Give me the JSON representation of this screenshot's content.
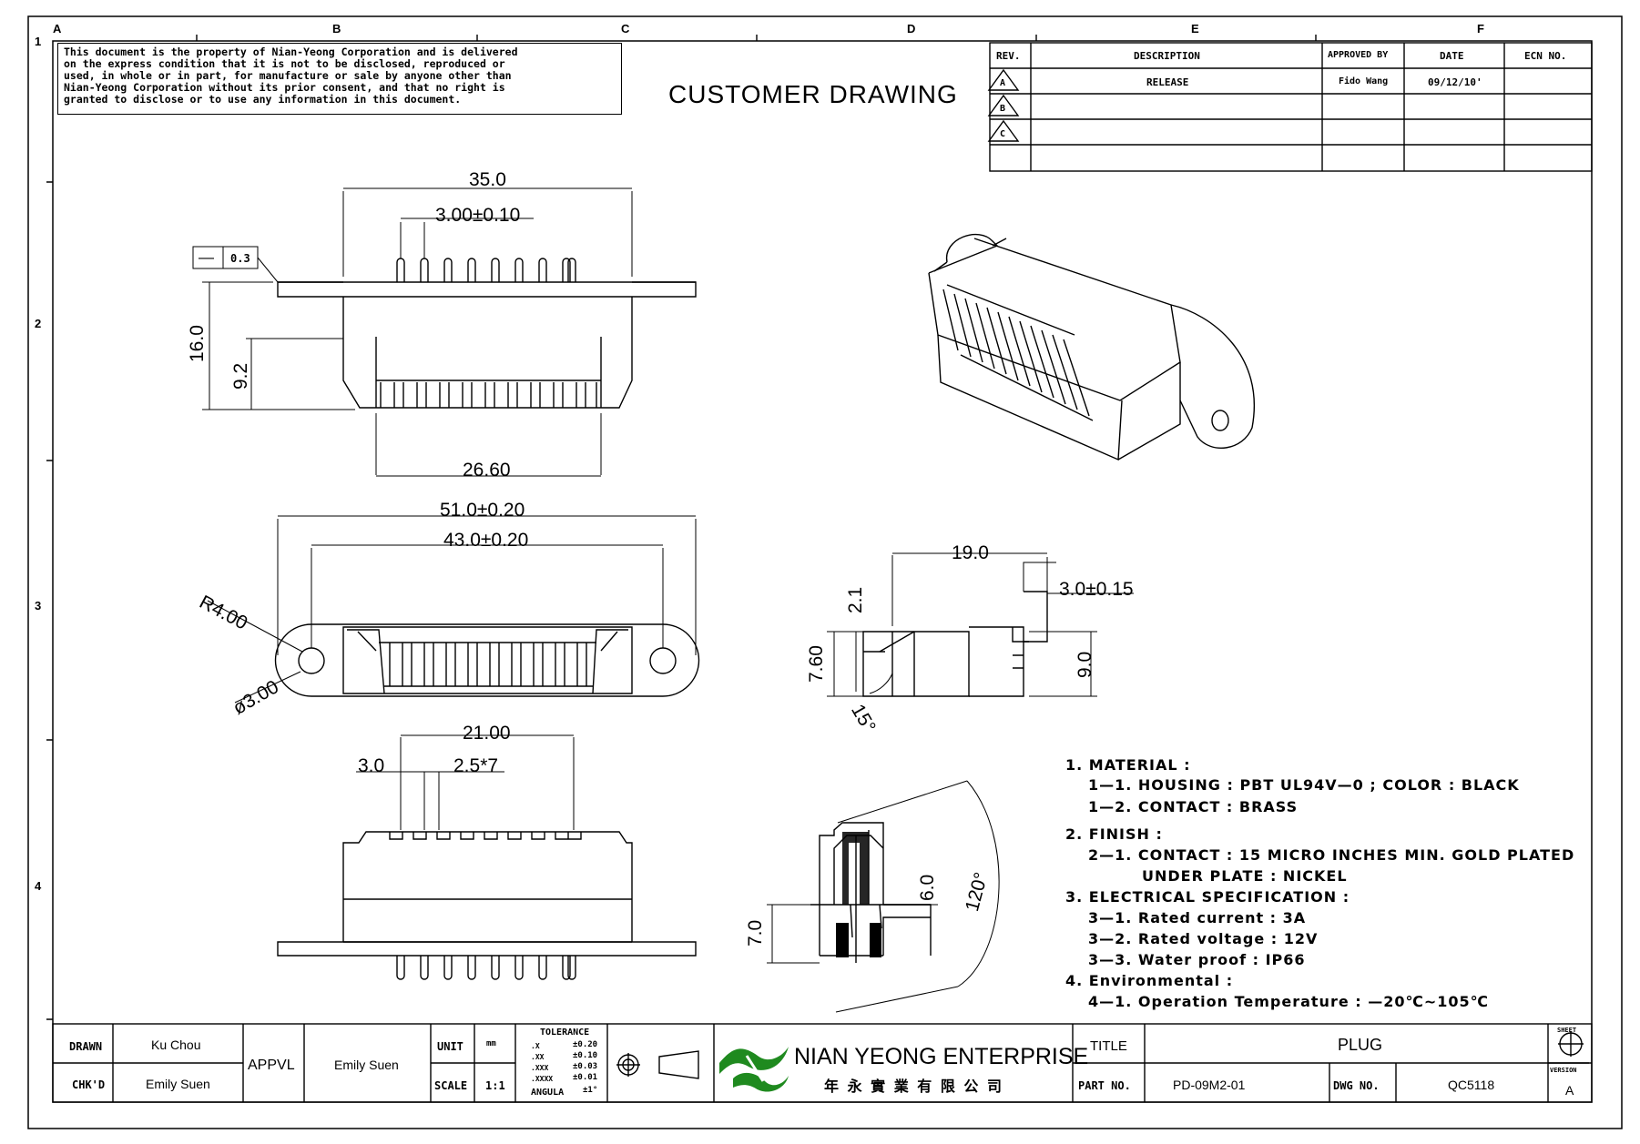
{
  "zones": {
    "top": [
      "A",
      "B",
      "C",
      "D",
      "E",
      "F"
    ],
    "left": [
      "1",
      "2",
      "3",
      "4"
    ]
  },
  "disclaimer": [
    "This document is the property of Nian-Yeong Corporation and is delivered",
    "on  the  express condition that it is not to be disclosed, reproduced or",
    "used, in whole or in part, for manufacture or sale by anyone other than",
    "Nian-Yeong Corporation without  its prior consent, and that  no right  is",
    "granted to disclose or to use any information in this  document."
  ],
  "heading": "CUSTOMER  DRAWING",
  "revision_table": {
    "headers": {
      "rev": "REV.",
      "description": "DESCRIPTION",
      "approved_by": "APPROVED BY",
      "date": "DATE",
      "ecn": "ECN NO."
    },
    "rows": [
      {
        "rev": "A",
        "description": "RELEASE",
        "approved_by": "Fido Wang",
        "date": "09/12/10'",
        "ecn": ""
      },
      {
        "rev": "B",
        "description": "",
        "approved_by": "",
        "date": "",
        "ecn": ""
      },
      {
        "rev": "C",
        "description": "",
        "approved_by": "",
        "date": "",
        "ecn": ""
      },
      {
        "rev": "",
        "description": "",
        "approved_by": "",
        "date": "",
        "ecn": ""
      }
    ]
  },
  "dimensions": {
    "top_width": "35.0",
    "pin_pitch_tol": "3.00±0.10",
    "flatness_symbol": "—",
    "flatness_value": "0.3",
    "height": "16.0",
    "lower_height": "9.2",
    "bottom_width": "26.60",
    "overall_length": "51.0±0.20",
    "hole_pitch": "43.0±0.20",
    "radius": "R4.00",
    "hole_dia": "ø3.00",
    "side_depth": "19.0",
    "side_tip": "3.0±0.15",
    "side_step": "2.1",
    "side_h1": "7.60",
    "side_h2": "9.0",
    "side_angle": "15°",
    "pin_span": "21.00",
    "pin_offset": "3.0",
    "pin_pitch": "2.5*7",
    "section_h1": "7.0",
    "section_h2": "6.0",
    "section_angle": "120°"
  },
  "notes": [
    "1.  MATERIAL  :",
    "1—1.  HOUSING  :  PBT  UL94V—0  ;  COLOR  :  BLACK",
    "1—2.  CONTACT  :  BRASS",
    "2.  FINISH  :",
    "2—1.  CONTACT  :  15  MICRO  INCHES  MIN.  GOLD  PLATED",
    "UNDER  PLATE  :  NICKEL",
    "3.  ELECTRICAL  SPECIFICATION  :",
    "3—1.  Rated  current  :  3A",
    "3—2.  Rated  voltage  :  12V",
    "3—3.  Water  proof  :  IP66",
    "4.  Environmental  :",
    "4—1.  Operation  Temperature  :  —20℃~105℃"
  ],
  "title_block": {
    "drawn_label": "DRAWN",
    "drawn_value": "Ku Chou",
    "checked_label": "CHK'D",
    "checked_value": "Emily Suen",
    "approved_label": "APPVL",
    "approved_value": "Emily Suen",
    "unit_label": "UNIT",
    "unit_value": "mm",
    "scale_label": "SCALE",
    "scale_value": "1:1",
    "tolerance_label": "TOLERANCE",
    "tolerances": [
      {
        "k": ".X",
        "v": "±0.20"
      },
      {
        "k": ".XX",
        "v": "±0.10"
      },
      {
        "k": ".XXX",
        "v": "±0.03"
      },
      {
        "k": ".XXXX",
        "v": "±0.01"
      },
      {
        "k": "ANGULA",
        "v": "±1°"
      }
    ],
    "company": "NIAN YEONG ENTERPRISE",
    "company_cn": "年 永 實 業 有 限 公 司",
    "title_label": "TITLE",
    "title_value": "PLUG",
    "part_label": "PART NO.",
    "part_value": "PD-09M2-01",
    "dwg_label": "DWG NO.",
    "dwg_value": "QC5118",
    "sheet_label": "SHEET",
    "version_label": "VERSION",
    "version_value": "A"
  },
  "colors": {
    "ink": "#000000",
    "logo_green": "#1f8a1f"
  }
}
